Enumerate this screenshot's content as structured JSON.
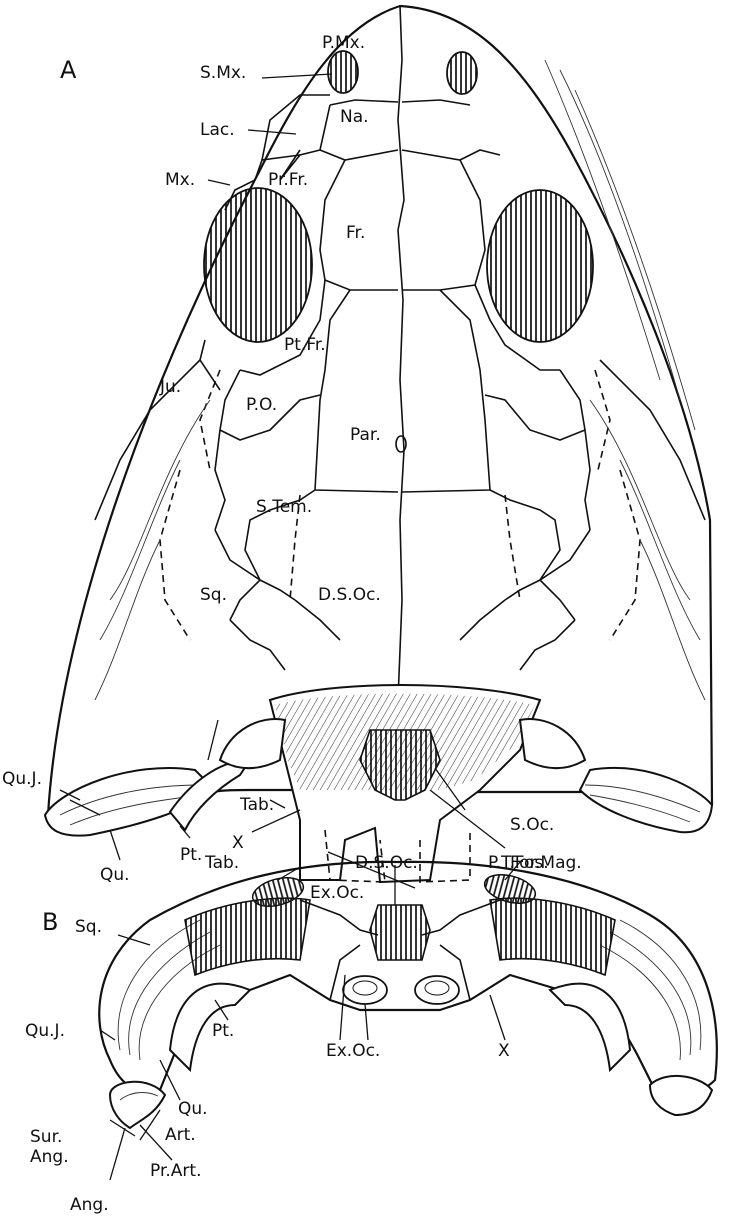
{
  "panel_a": {
    "letter": "A",
    "labels": {
      "p_mx": "P.Mx.",
      "s_mx": "S.Mx.",
      "na": "Na.",
      "lac": "Lac.",
      "mx": "Mx.",
      "pr_fr": "Pr.Fr.",
      "fr": "Fr.",
      "pt_fr": "Pt.Fr.",
      "ju": "Ju.",
      "p_o": "P.O.",
      "par": "Par.",
      "s_tem": "S.Tem.",
      "sq": "Sq.",
      "d_s_oc": "D.S.Oc.",
      "qu_j": "Qu.J.",
      "tab": "Tab.",
      "s_oc": "S.Oc.",
      "x": "X",
      "for_mag": "For.Mag.",
      "qu": "Qu.",
      "pt": "Pt.",
      "ex_oc": "Ex.Oc."
    }
  },
  "panel_b": {
    "letter": "B",
    "labels": {
      "tab": "Tab.",
      "d_s_oc": "D.S.Oc.",
      "p_t_fos": "P.T.Fos.",
      "sq": "Sq.",
      "qu_j": "Qu.J.",
      "pt": "Pt.",
      "ex_oc": "Ex.Oc.",
      "x": "X",
      "qu": "Qu.",
      "sur_ang_1": "Sur.",
      "sur_ang_2": "Ang.",
      "art": "Art.",
      "pr_art": "Pr.Art.",
      "ang": "Ang."
    }
  }
}
